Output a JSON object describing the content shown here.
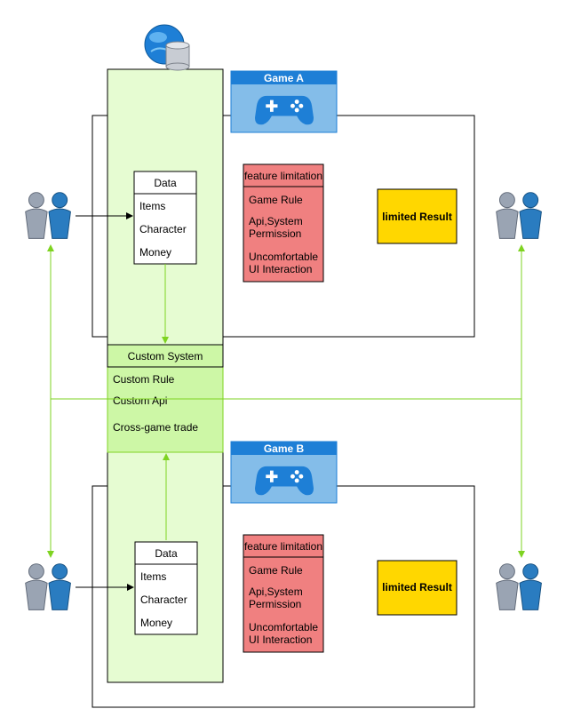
{
  "colors": {
    "green_fill": "#e6fcd2",
    "green_section": "#cdf7a6",
    "green_arrow": "#7ed321",
    "red_fill": "#f08080",
    "yellow_fill": "#ffd700",
    "blue_header": "#1e7fd6",
    "blue_panel": "#84bde9",
    "user_grey": "#9aa4b3",
    "user_blue": "#2a7cc0"
  },
  "icons": {
    "server": "globe-database-icon",
    "controller": "gamepad-icon",
    "user": "users-icon"
  },
  "game_a": {
    "title": "Game A",
    "data_box": {
      "title": "Data",
      "items": [
        "Items",
        "Character",
        "Money"
      ]
    },
    "limitation": {
      "title": "feature limitation",
      "rows": [
        [
          "Game Rule"
        ],
        [
          "Api,System",
          "Permission"
        ],
        [
          "Uncomfortable",
          "UI Interaction"
        ]
      ]
    },
    "result": "limited Result"
  },
  "game_b": {
    "title": "Game B",
    "data_box": {
      "title": "Data",
      "items": [
        "Items",
        "Character",
        "Money"
      ]
    },
    "limitation": {
      "title": "feature limitation",
      "rows": [
        [
          "Game Rule"
        ],
        [
          "Api,System",
          "Permission"
        ],
        [
          "Uncomfortable",
          "UI Interaction"
        ]
      ]
    },
    "result": "limited Result"
  },
  "custom_system": {
    "title": "Custom System",
    "items": [
      "Custom Rule",
      "Custom Api",
      "Cross-game trade"
    ]
  }
}
